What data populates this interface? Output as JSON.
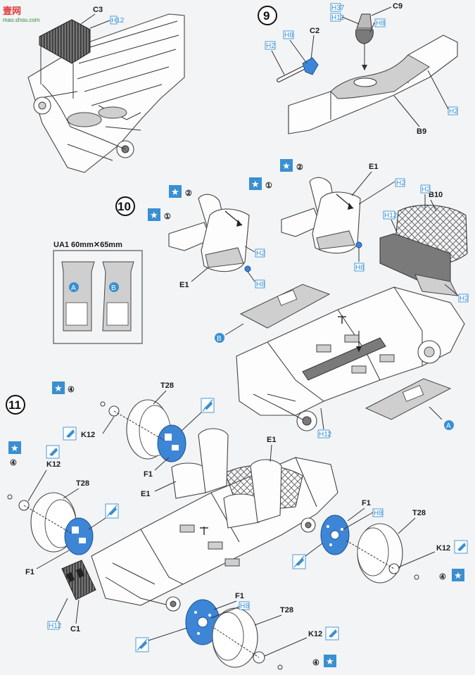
{
  "watermark": {
    "brand": "壹网",
    "url": "mao.shou.com"
  },
  "steps": {
    "s9": "9",
    "s10": "10",
    "s11": "11"
  },
  "parts": {
    "C3": "C3",
    "C9": "C9",
    "C2": "C2",
    "B9": "B9",
    "E1": "E1",
    "B10": "B10",
    "T28": "T28",
    "K12": "K12",
    "F1": "F1",
    "C1": "C1"
  },
  "paint": {
    "H12": "H12",
    "H2": "H2",
    "H8": "H8",
    "H37": "H37"
  },
  "decal": {
    "sheet_label": "UA1  60mm✕65mm",
    "a": "A",
    "b": "B"
  },
  "seq": {
    "n1": "①",
    "n2": "②",
    "n4": "④"
  },
  "colors": {
    "accent": "#3a8fd0",
    "tire_rim": "#3d86d6"
  }
}
